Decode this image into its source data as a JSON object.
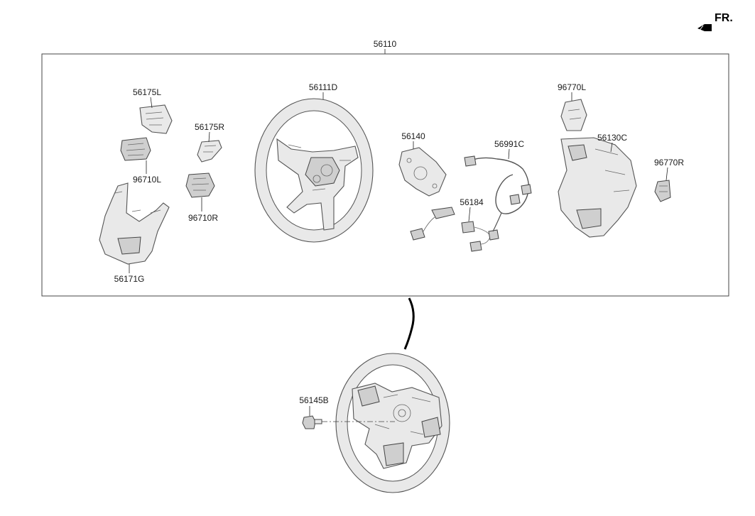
{
  "direction_label": "FR.",
  "assembly_label": "56110",
  "parts": {
    "p56175L": "56175L",
    "p96710L": "96710L",
    "p56171G": "56171G",
    "p56175R": "56175R",
    "p96710R": "96710R",
    "p56111D": "56111D",
    "p56140": "56140",
    "p56184": "56184",
    "p56991C": "56991C",
    "p96770L": "96770L",
    "p56130C": "56130C",
    "p96770R": "96770R",
    "p56145B": "56145B"
  }
}
